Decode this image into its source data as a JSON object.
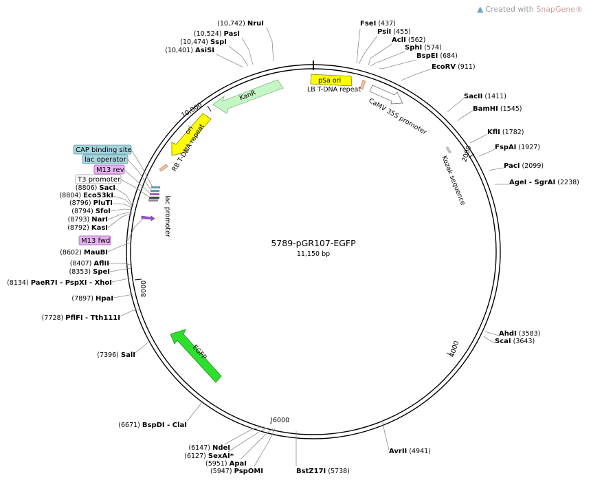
{
  "credit": {
    "prefix": "Created with",
    "brand": "SnapGene®"
  },
  "plasmid": {
    "name": "5789-pGR107-EGFP",
    "length_label": "11,150 bp"
  },
  "scale_ticks": [
    "2000",
    "4000",
    "6000",
    "8000",
    "10,000"
  ],
  "sites": [
    {
      "name": "NruI",
      "pos": "(10,742)"
    },
    {
      "name": "PasI",
      "pos": "(10,524)"
    },
    {
      "name": "SspI",
      "pos": "(10,474)"
    },
    {
      "name": "AsiSI",
      "pos": "(10,401)"
    },
    {
      "name": "FseI",
      "pos": "(437)"
    },
    {
      "name": "PsiI",
      "pos": "(455)"
    },
    {
      "name": "AclI",
      "pos": "(562)"
    },
    {
      "name": "SphI",
      "pos": "(574)"
    },
    {
      "name": "BspEI",
      "pos": "(684)"
    },
    {
      "name": "EcoRV",
      "pos": "(911)"
    },
    {
      "name": "SacII",
      "pos": "(1411)"
    },
    {
      "name": "BamHI",
      "pos": "(1545)"
    },
    {
      "name": "KflI",
      "pos": "(1782)"
    },
    {
      "name": "FspAI",
      "pos": "(1927)"
    },
    {
      "name": "PacI",
      "pos": "(2099)"
    },
    {
      "name": "AgeI - SgrAI",
      "pos": "(2238)"
    },
    {
      "name": "AhdI",
      "pos": "(3583)"
    },
    {
      "name": "ScaI",
      "pos": "(3643)"
    },
    {
      "name": "AvrII",
      "pos": "(4941)"
    },
    {
      "name": "BstZ17I",
      "pos": "(5738)"
    },
    {
      "name": "PspOMI",
      "pos": "(5947)"
    },
    {
      "name": "ApaI",
      "pos": "(5951)"
    },
    {
      "name": "SexAI*",
      "pos": "(6127)"
    },
    {
      "name": "NdeI",
      "pos": "(6147)"
    },
    {
      "name": "BspDI - ClaI",
      "pos": "(6671)"
    },
    {
      "name": "SalI",
      "pos": "(7396)"
    },
    {
      "name": "PflFI - Tth111I",
      "pos": "(7728)"
    },
    {
      "name": "HpaI",
      "pos": "(7897)"
    },
    {
      "name": "PaeR7I - PspXI - XhoI",
      "pos": "(8134)"
    },
    {
      "name": "SpeI",
      "pos": "(8353)"
    },
    {
      "name": "AflII",
      "pos": "(8407)"
    },
    {
      "name": "MauBI",
      "pos": "(8602)"
    },
    {
      "name": "KasI",
      "pos": "(8792)"
    },
    {
      "name": "NarI",
      "pos": "(8793)"
    },
    {
      "name": "SfoI",
      "pos": "(8794)"
    },
    {
      "name": "PluTI",
      "pos": "(8796)"
    },
    {
      "name": "Eco53kI",
      "pos": "(8804)"
    },
    {
      "name": "SacI",
      "pos": "(8806)"
    }
  ],
  "boxed_features": [
    {
      "label": "CAP binding site",
      "fill": "#a8d4dc",
      "stroke": "#5a9aa6"
    },
    {
      "label": "lac operator",
      "fill": "#a8d4dc",
      "stroke": "#5a9aa6"
    },
    {
      "label": "M13 rev",
      "fill": "#e6b4f0",
      "stroke": "#a45cb8"
    },
    {
      "label": "T3 promoter",
      "fill": "#ffffff",
      "stroke": "#9a9a9a"
    },
    {
      "label": "M13 fwd",
      "fill": "#e6b4f0",
      "stroke": "#a45cb8"
    }
  ],
  "features": [
    {
      "label": "KanR",
      "color": "#c6f5c6"
    },
    {
      "label": "ori",
      "color": "#ffff00"
    },
    {
      "label": "pSa ori",
      "color": "#ffff00"
    },
    {
      "label": "EGFP",
      "color": "#2ee02e"
    },
    {
      "label": "CaMV 35S promoter",
      "color": "#ffffff"
    },
    {
      "label": "LB T-DNA repeat",
      "color": "#f2c0a0"
    },
    {
      "label": "RB T-DNA repeat",
      "color": "#f2c0a0"
    },
    {
      "label": "Kozak sequence",
      "color": "#cccccc"
    },
    {
      "label": "lac promoter",
      "color": "#9b4fd0"
    }
  ]
}
